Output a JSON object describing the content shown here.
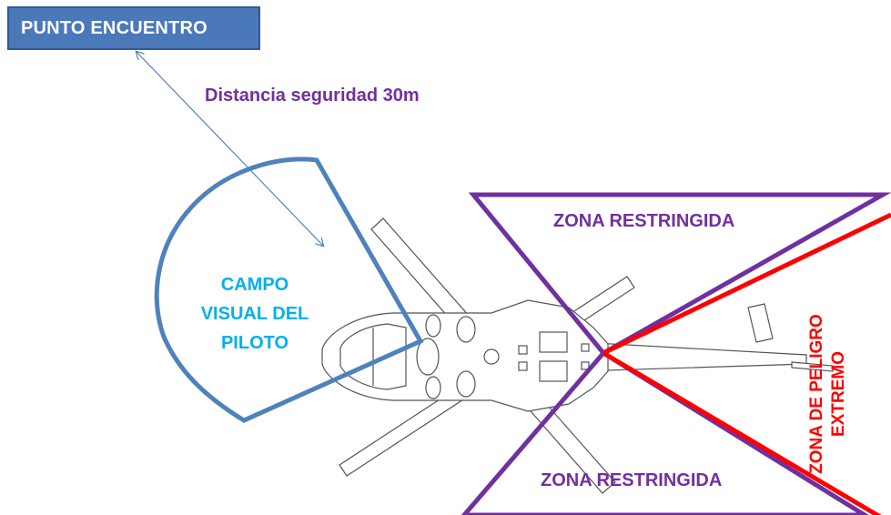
{
  "meeting_point": {
    "label": "PUNTO ENCUENTRO"
  },
  "safety_distance": {
    "label": "Distancia seguridad 30m"
  },
  "pilot_view": {
    "line1": "CAMPO",
    "line2": "VISUAL DEL",
    "line3": "PILOTO"
  },
  "restricted_zones": {
    "top_label": "ZONA RESTRINGIDA",
    "bottom_label": "ZONA RESTRINGIDA"
  },
  "danger_zone": {
    "line1": "ZONA DE PELIGRO",
    "line2": "EXTREMO"
  },
  "colors": {
    "meeting_point_fill": "#4a78b8",
    "pilot_view_stroke": "#4f81bd",
    "pilot_view_text": "#00b0f0",
    "distance_text": "#7030a0",
    "restricted_stroke": "#7030a0",
    "danger_stroke": "#ff0000",
    "helicopter_stroke": "#555555"
  }
}
